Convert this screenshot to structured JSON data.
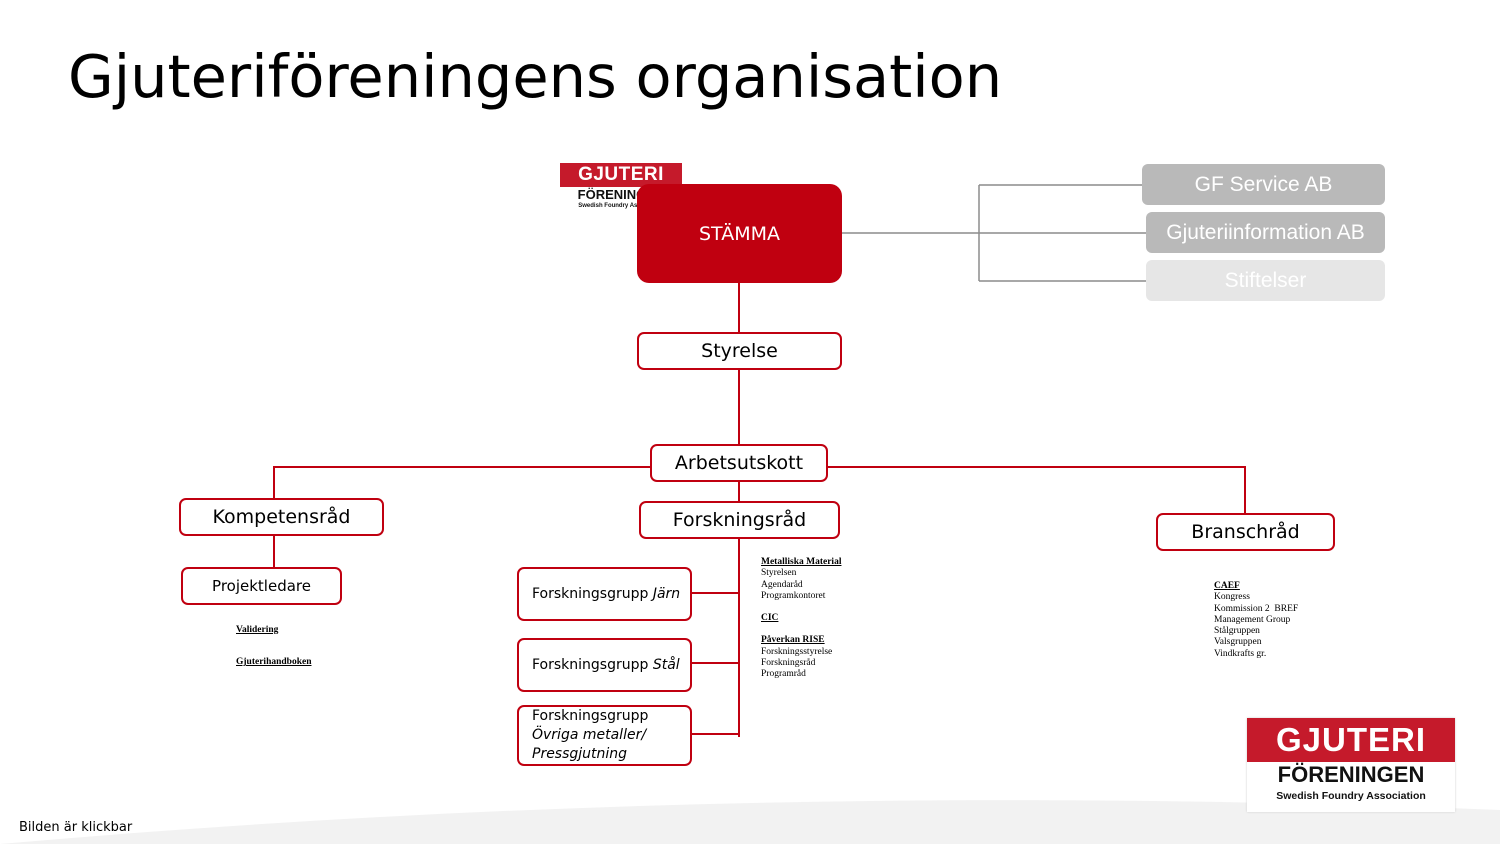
{
  "title": "Gjuteriföreningens organisation",
  "footer": "Bilden är klickbar",
  "colors": {
    "brand_red": "#c00010",
    "logo_red": "#c51a2b",
    "gray_box": "#b9b9b9",
    "light_gray_box": "#e6e6e6"
  },
  "logo": {
    "line1": "GJUTERI",
    "line2": "FÖRENINGEN",
    "line3": "Swedish Foundry Association"
  },
  "org": {
    "stamma": "STÄMMA",
    "styrelse": "Styrelse",
    "arbetsutskott": "Arbetsutskott",
    "kompetensrad": "Kompetensråd",
    "projektledare": "Projektledare",
    "forskningsrad": "Forskningsråd",
    "branschrad": "Branschråd",
    "fg_jarn": {
      "prefix": "Forskningsgrupp ",
      "name": "Järn"
    },
    "fg_stal": {
      "prefix": "Forskningsgrupp ",
      "name": "Stål"
    },
    "fg_ovriga": {
      "line1": "Forskningsgrupp",
      "line2": "Övriga metaller/",
      "line3": "Pressgjutning"
    }
  },
  "subsidiaries": [
    "GF Service AB",
    "Gjuteriinformation AB",
    "Stiftelser"
  ],
  "kompetens_notes": [
    "Validering",
    "Gjuterihandboken"
  ],
  "forskning_notes": {
    "h1": "Metalliska Material",
    "items1": [
      "Styrelsen",
      "Agendaråd",
      "Programkontoret"
    ],
    "h2": "CIC",
    "h3": "Påverkan RISE",
    "items3": [
      "Forskningsstyrelse",
      "Forskningsråd",
      "Programråd"
    ]
  },
  "bransch_notes": {
    "h1": "CAEF",
    "items": [
      "Kongress",
      "Kommission 2  BREF",
      "Management Group",
      "Stålgruppen",
      "Valsgruppen",
      "Vindkrafts gr."
    ]
  }
}
